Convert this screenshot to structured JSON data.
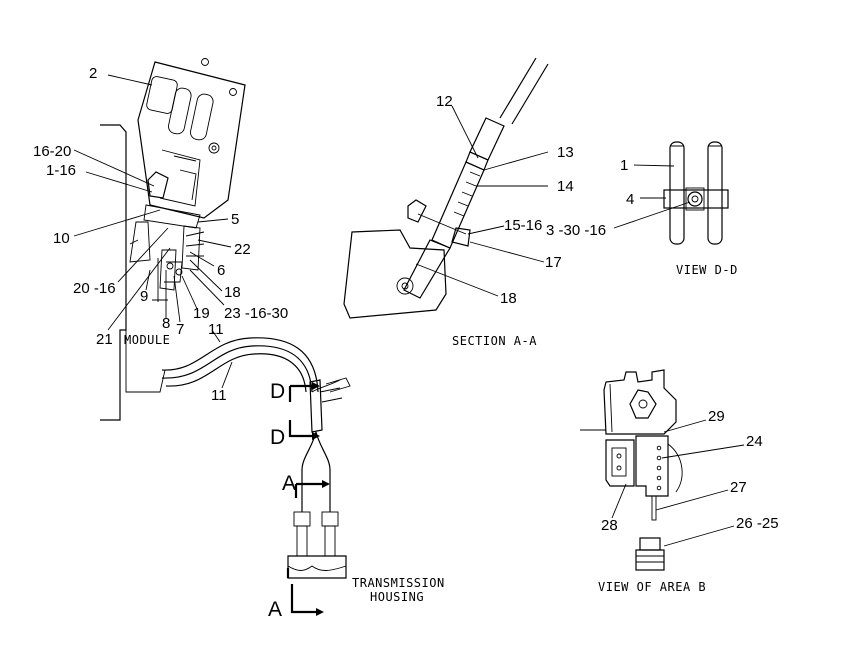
{
  "callouts": {
    "c2": "2",
    "c16_20": "16-20",
    "c1_16": "1-16",
    "c10": "10",
    "c5": "5",
    "c22": "22",
    "c6": "6",
    "c18_left": "18",
    "c20_16": "20 -16",
    "c9": "9",
    "c8": "8",
    "c7": "7",
    "c19": "19",
    "c23_16_30": "23 -16-30",
    "c21": "21",
    "c11_top": "11",
    "c11_bottom": "11",
    "c12": "12",
    "c13": "13",
    "c14": "14",
    "c15_16": "15-16",
    "c17": "17",
    "c18_section": "18",
    "c1_dd": "1",
    "c4": "4",
    "c3_30_16": "3 -30 -16",
    "c29": "29",
    "c24": "24",
    "c27": "27",
    "c28": "28",
    "c26_25": "26 -25"
  },
  "captions": {
    "module": "MODULE",
    "section_aa": "SECTION A-A",
    "view_dd": "VIEW D-D",
    "transmission_line1": "TRANSMISSION",
    "transmission_line2": "HOUSING",
    "view_area_b": "VIEW OF AREA B"
  },
  "section_marks": {
    "d_top": "D",
    "d_bottom": "D",
    "a_top": "A",
    "a_bottom": "A"
  }
}
